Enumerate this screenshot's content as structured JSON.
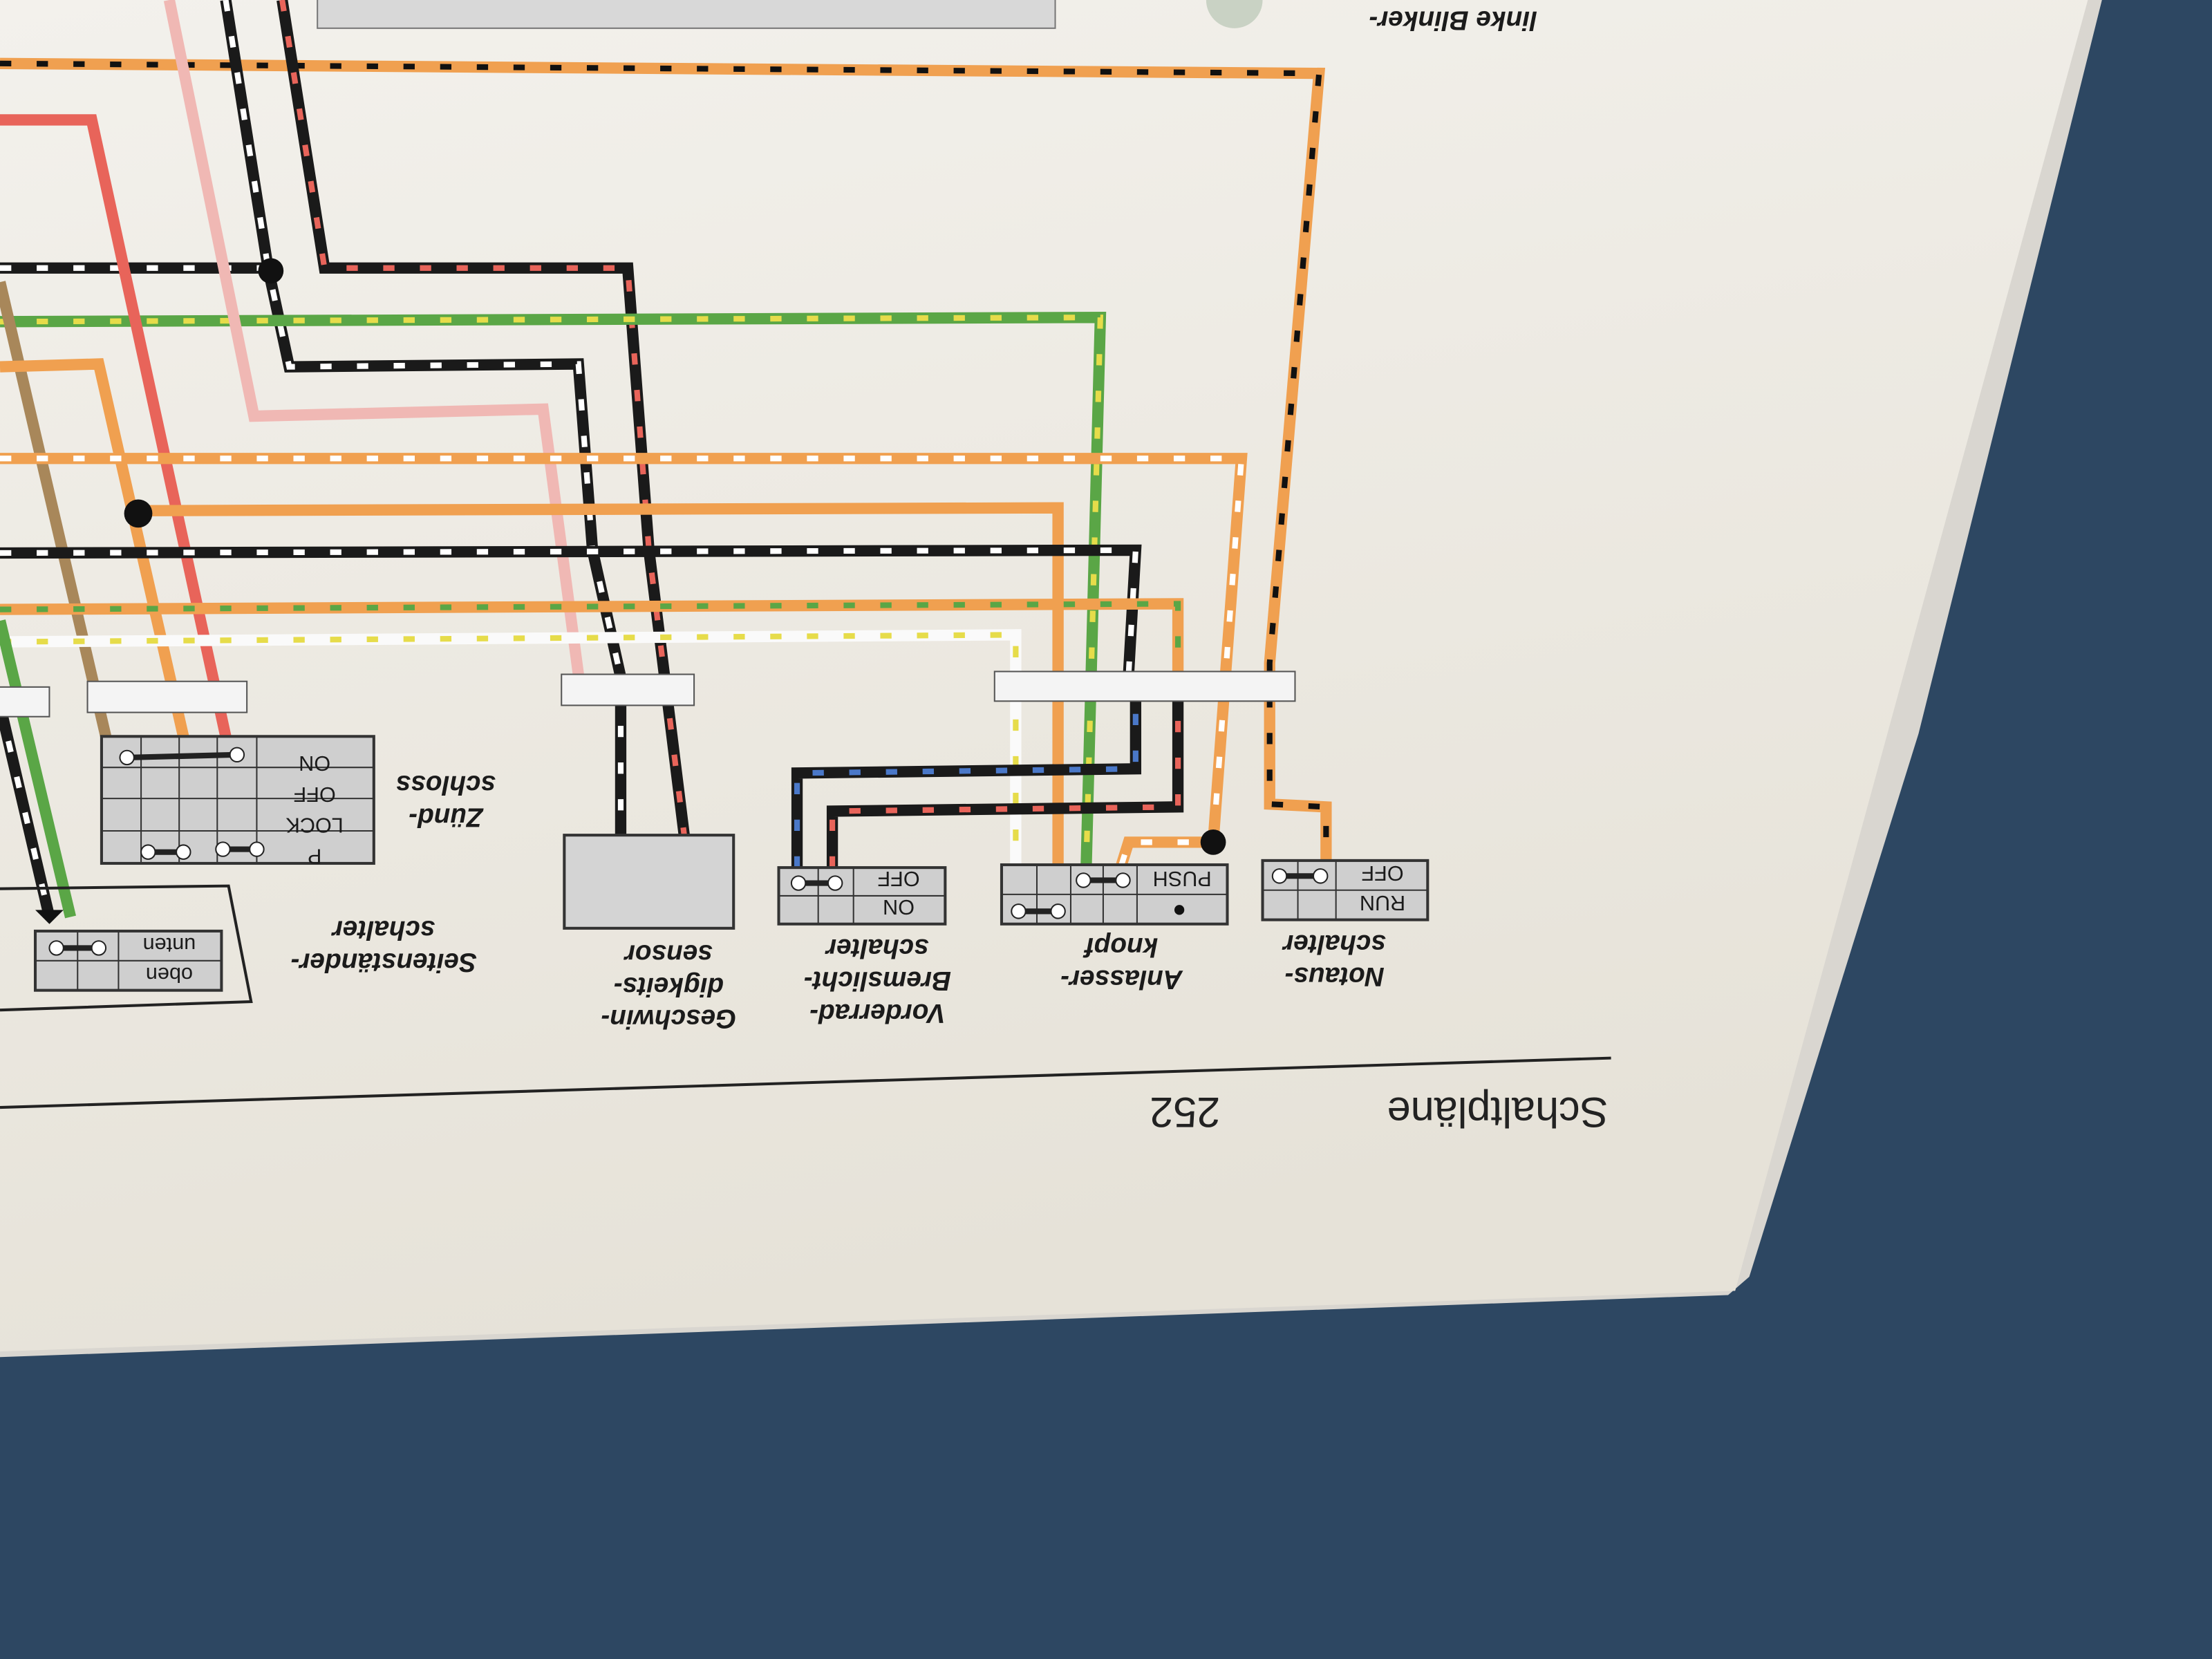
{
  "page": {
    "number": "252",
    "section": "Schaltpläne"
  },
  "labels": {
    "left_indicator": "linke Blinker-",
    "ignition": [
      "Zünd-",
      "schloss"
    ],
    "sidestand": [
      "Seitenständer-",
      "schalter"
    ],
    "speed_sensor": [
      "Geschwin-",
      "digkeits-",
      "sensor"
    ],
    "brake": [
      "Vorderrad-",
      "Bremslicht-",
      "schalter"
    ],
    "starter": [
      "Anlasser-",
      "knopf"
    ],
    "killswitch": [
      "Notaus-",
      "schalter"
    ]
  },
  "switches": {
    "ignition": [
      "P",
      "LOCK",
      "OFF",
      "ON"
    ],
    "sidestand": [
      "oben",
      "unten"
    ],
    "brake": [
      "ON",
      "OFF"
    ],
    "starter": [
      "PUSH"
    ],
    "killswitch": [
      "RUN",
      "OFF"
    ]
  },
  "colors": {
    "paper": "#efece5",
    "background": "#2d4762",
    "orange": "#f0a050",
    "red": "#e8645a",
    "green": "#5aa646",
    "yellow": "#e6dc4a",
    "pink": "#f0b8b4",
    "brown": "#a8875a"
  }
}
